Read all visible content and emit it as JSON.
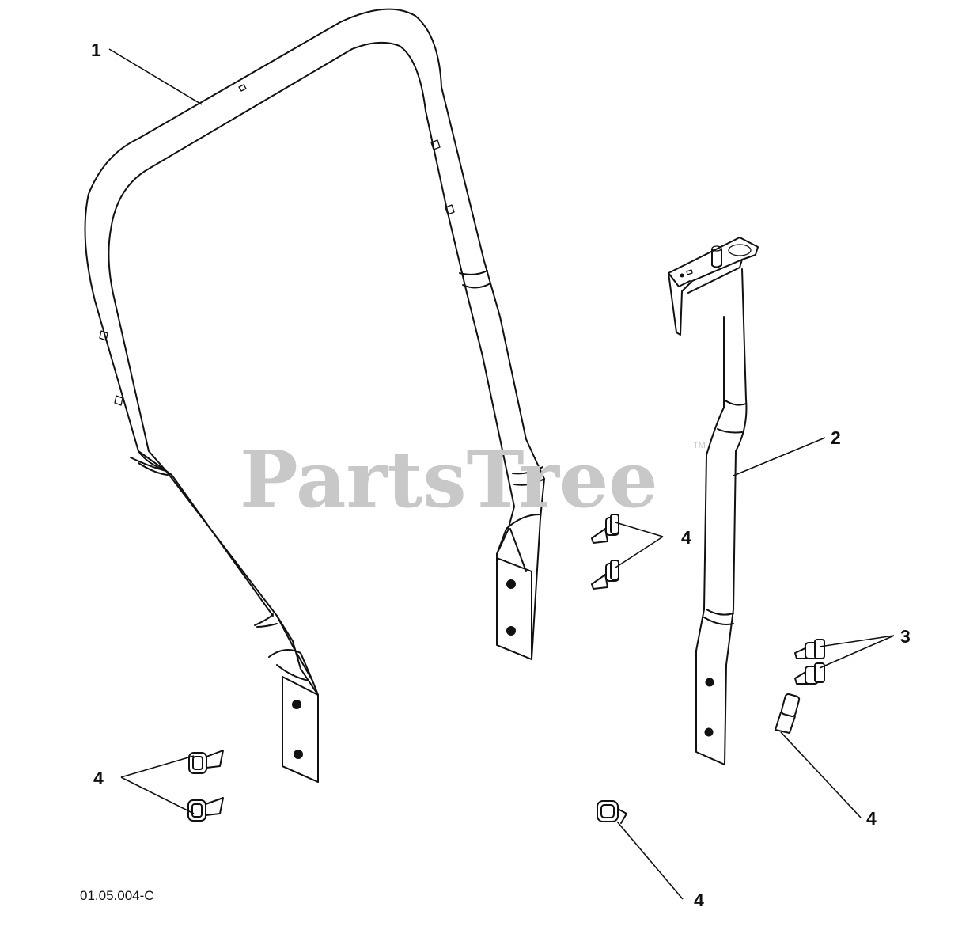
{
  "watermark": {
    "text": "PartsTree",
    "trademark": "TM"
  },
  "drawing_number": "01.05.004-C",
  "callouts": [
    {
      "id": "c1",
      "label": "1"
    },
    {
      "id": "c2",
      "label": "2"
    },
    {
      "id": "c3",
      "label": "3"
    },
    {
      "id": "c4a",
      "label": "4"
    },
    {
      "id": "c4b",
      "label": "4"
    },
    {
      "id": "c4c",
      "label": "4"
    },
    {
      "id": "c4d",
      "label": "4"
    }
  ]
}
